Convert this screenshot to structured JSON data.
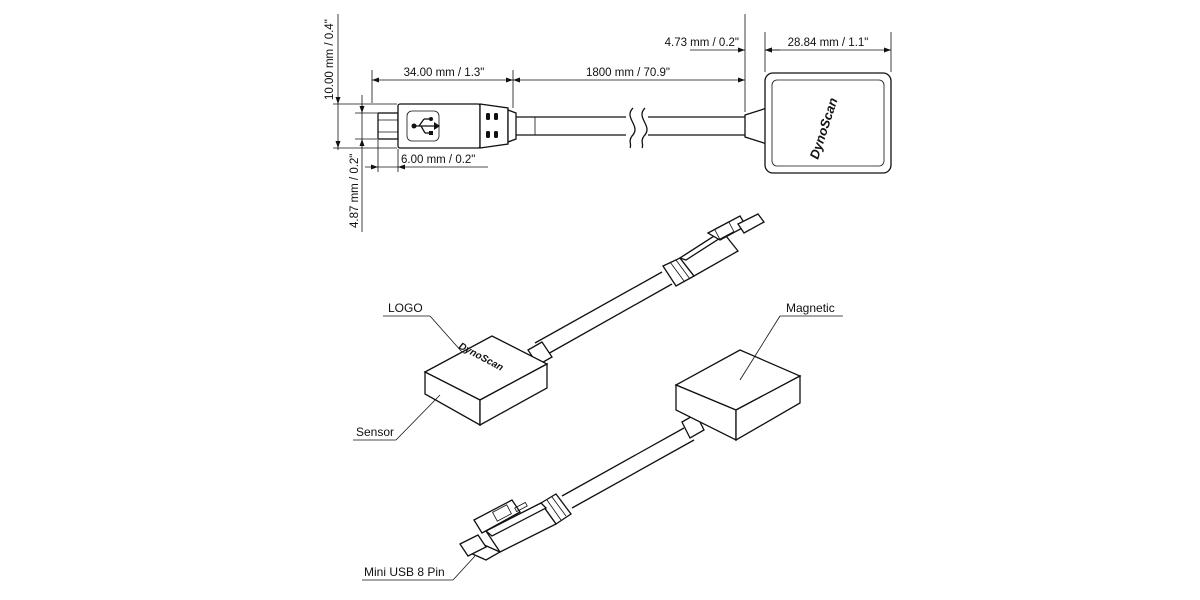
{
  "dimensions": {
    "connector_length": "34.00 mm / 1.3\"",
    "cable_length": "1800 mm / 70.9\"",
    "sensor_offset": "4.73 mm / 0.2\"",
    "sensor_width": "28.84 mm / 1.1\"",
    "connector_height": "10.00 mm / 0.4\"",
    "plug_height": "4.87 mm / 0.2\"",
    "plug_length": "6.00 mm / 0.2\""
  },
  "labels": {
    "logo": "LOGO",
    "sensor": "Sensor",
    "magnetic": "Magnetic",
    "mini_usb": "Mini USB 8 Pin"
  },
  "brand": {
    "name": "DynoScan"
  }
}
